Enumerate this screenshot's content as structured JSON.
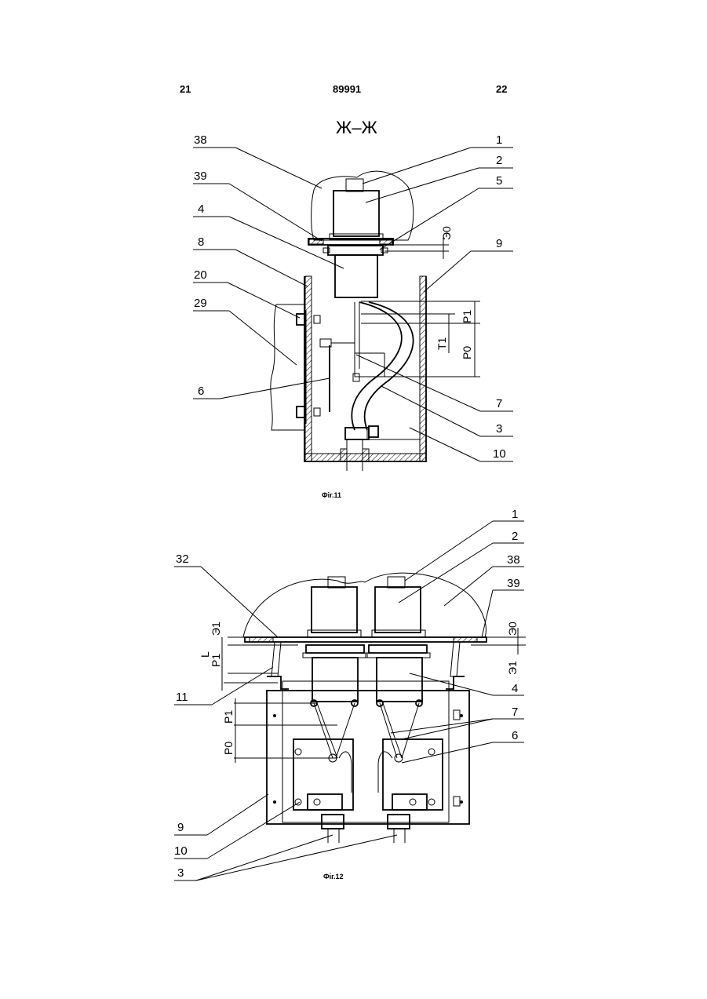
{
  "header": {
    "left": "21",
    "center": "89991",
    "right": "22"
  },
  "section_title": "Ж–Ж",
  "fig11": {
    "caption": "Фіг.11",
    "refs": {
      "r38": "38",
      "r39": "39",
      "r4": "4",
      "r8": "8",
      "r20": "20",
      "r29": "29",
      "r6": "6",
      "r1": "1",
      "r2": "2",
      "r5": "5",
      "r9": "9",
      "r7": "7",
      "r3": "3",
      "r10": "10"
    },
    "dims": {
      "e0": "Э0",
      "p1": "P1",
      "t1": "T1",
      "p0": "P0"
    }
  },
  "fig12": {
    "caption": "Фіг.12",
    "refs": {
      "r1": "1",
      "r2": "2",
      "r38": "38",
      "r39": "39",
      "r32": "32",
      "r11": "11",
      "r4": "4",
      "r7": "7",
      "r6": "6",
      "r9": "9",
      "r10": "10",
      "r3": "3"
    },
    "dims": {
      "e1a": "Э1",
      "l": "L",
      "p1a": "P1",
      "e0": "Э0",
      "e1b": "Э1",
      "p1b": "P1",
      "p0": "P0"
    }
  }
}
